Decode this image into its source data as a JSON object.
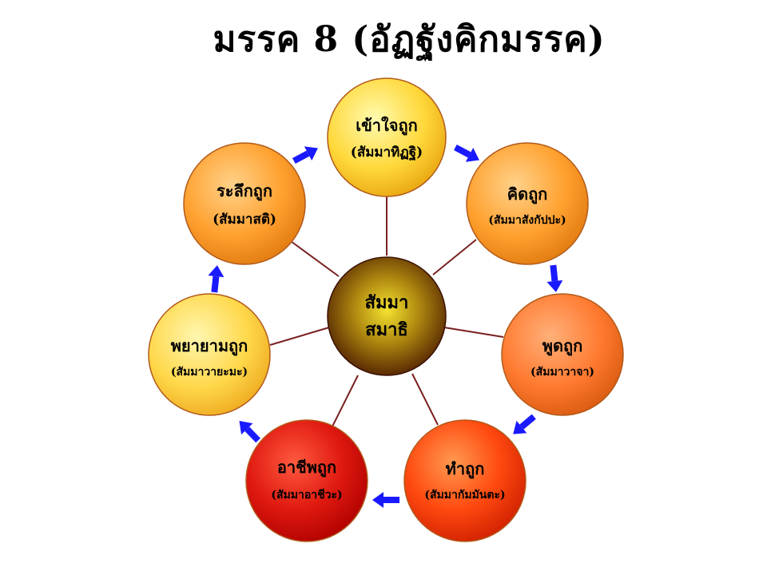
{
  "title": "มรรค 8 (อัฏฐังคิกมรรค)",
  "center": {
    "line1": "สัมมา",
    "line2": "สมาธิ"
  },
  "nodes": [
    {
      "main": "เข้าใจถูก",
      "sub": "(สัมมาทิฏฐิ)"
    },
    {
      "main": "คิดถูก",
      "sub": "(สัมมาสังกัปปะ)"
    },
    {
      "main": "พูดถูก",
      "sub": "(สัมมาวาจา)"
    },
    {
      "main": "ทำถูก",
      "sub": "(สัมมากัมมันตะ)"
    },
    {
      "main": "อาชีพถูก",
      "sub": "(สัมมาอาชีวะ)"
    },
    {
      "main": "พยายามถูก",
      "sub": "(สัมมาวายะมะ)"
    },
    {
      "main": "ระลึกถูก",
      "sub": "(สัมมาสติ)"
    }
  ],
  "colors": {
    "arrow": "#1a1aff",
    "spoke": "#7a2020",
    "node_outline": "#b25a1a"
  }
}
